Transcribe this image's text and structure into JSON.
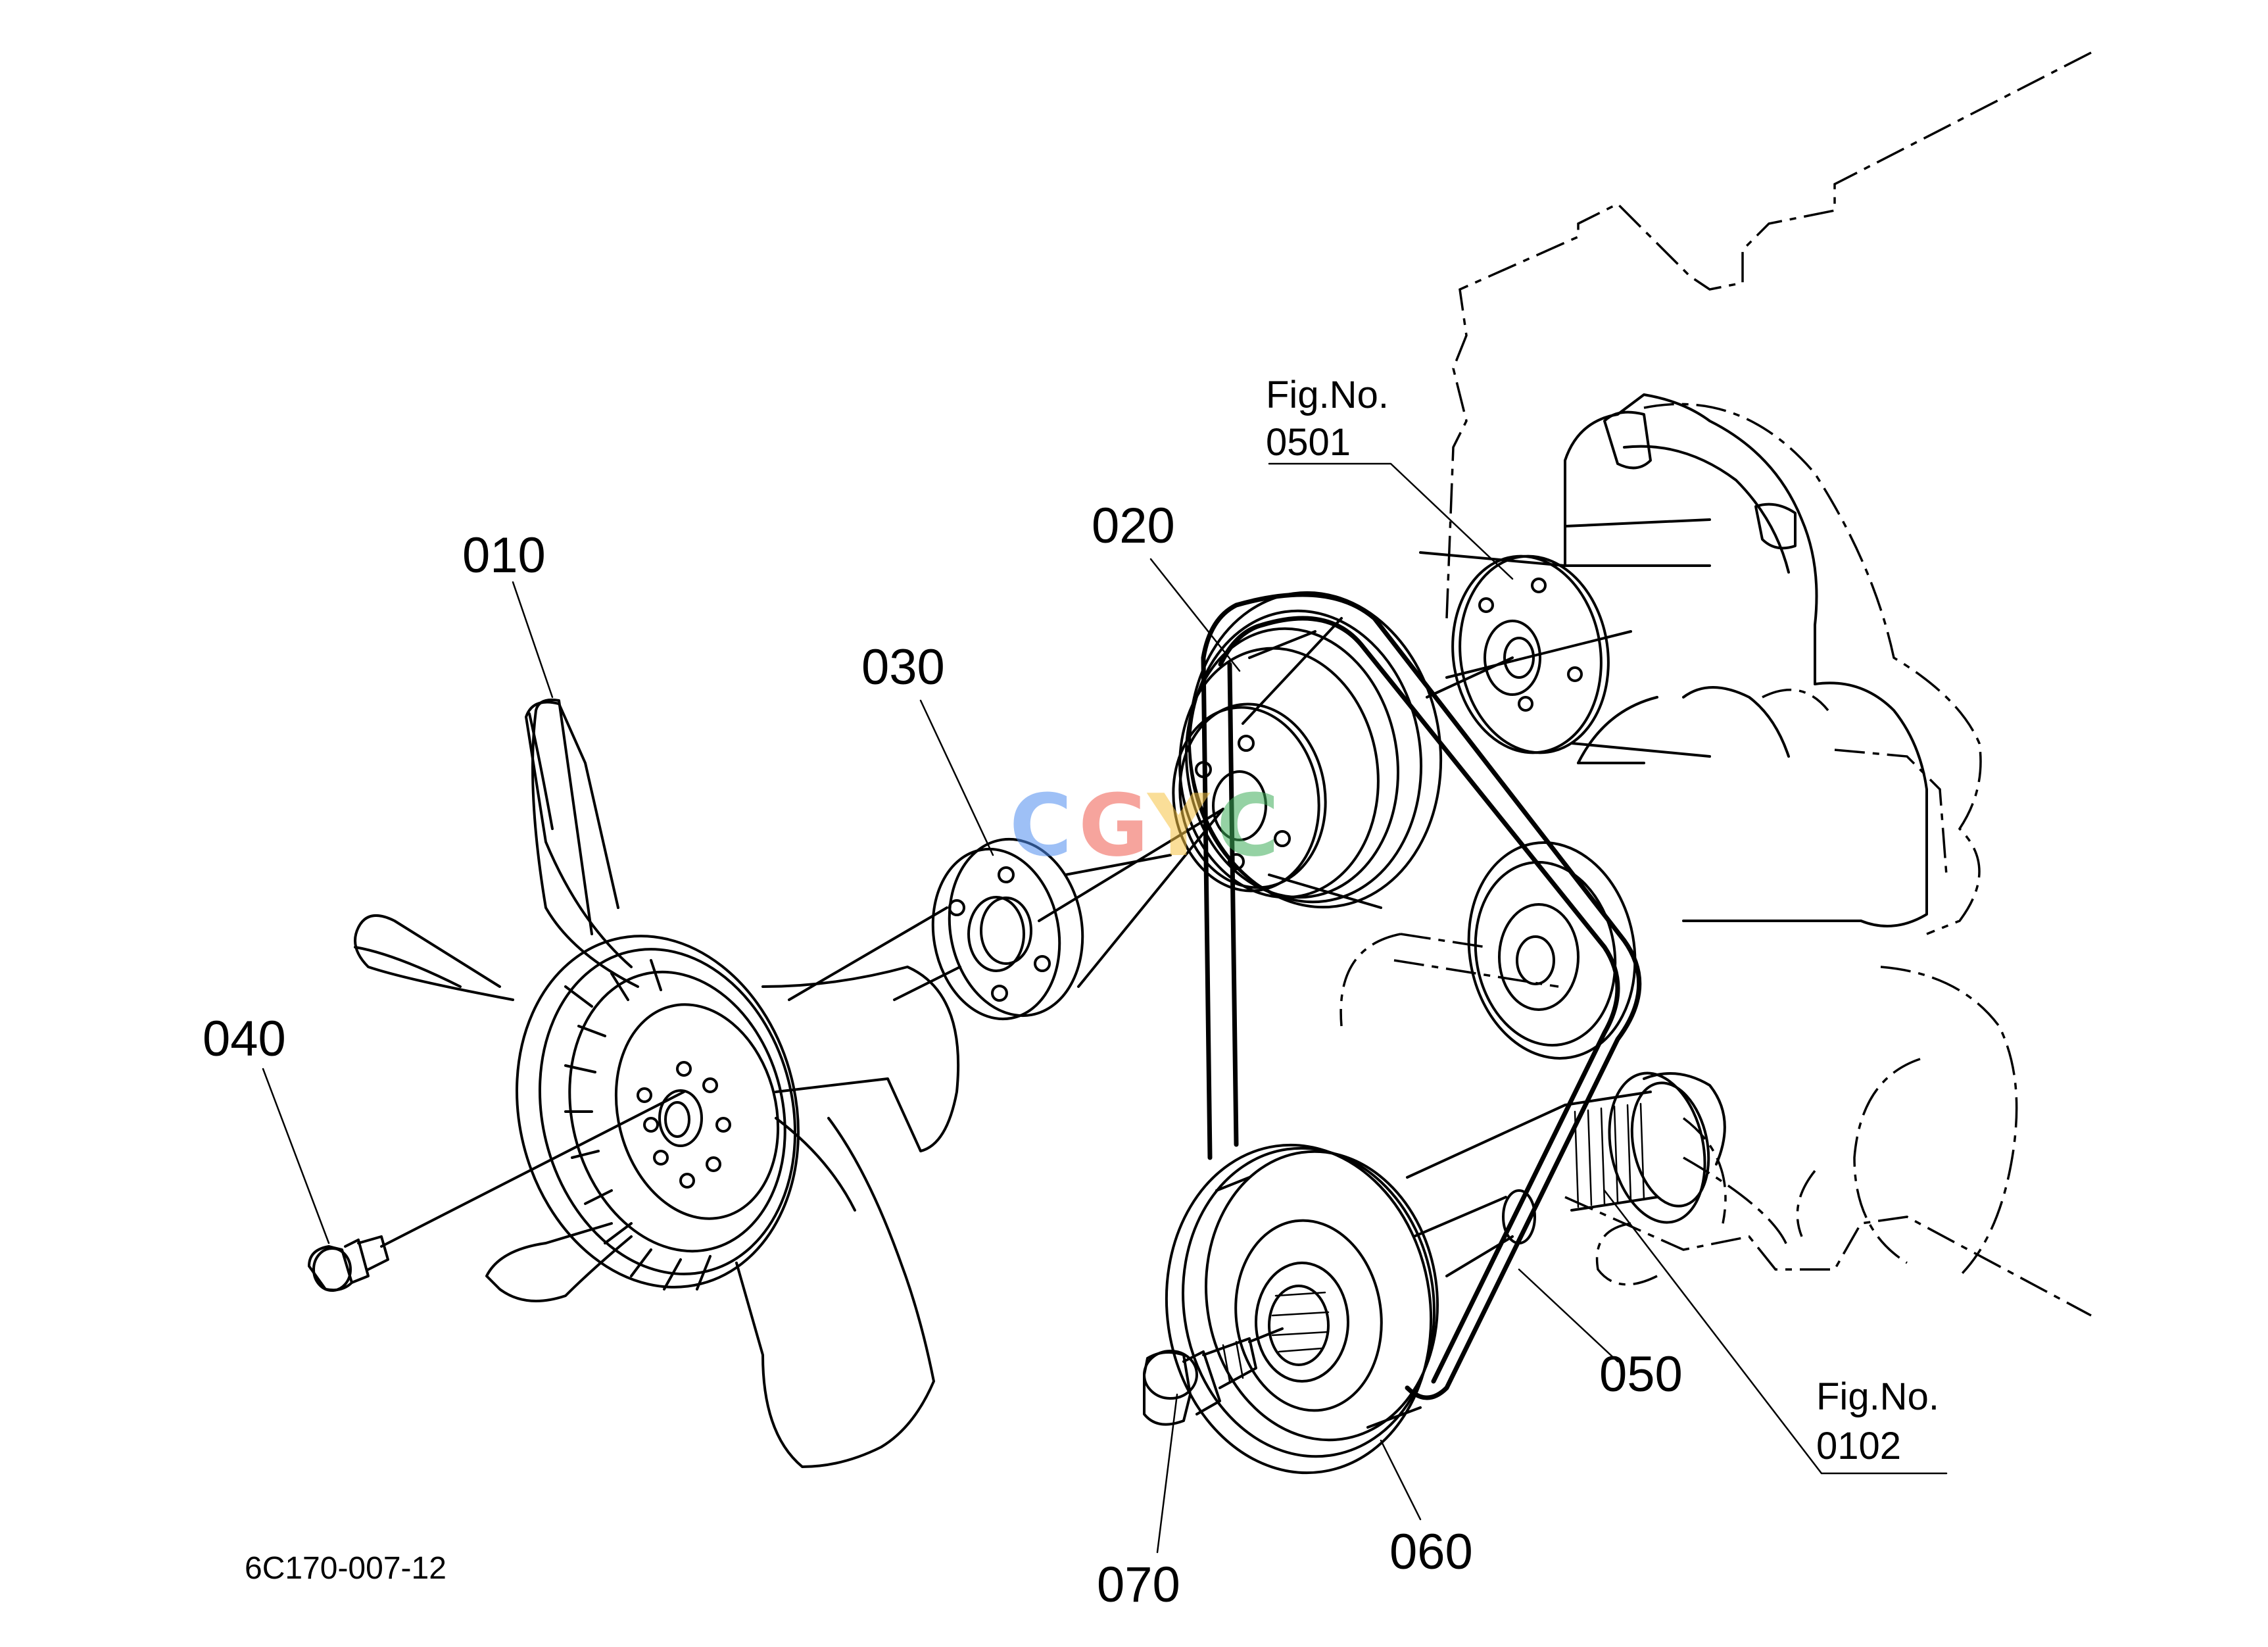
{
  "drawing_id": "6C170-007-12",
  "parts": [
    {
      "id": "part-010",
      "label": "010"
    },
    {
      "id": "part-020",
      "label": "020"
    },
    {
      "id": "part-030",
      "label": "030"
    },
    {
      "id": "part-040",
      "label": "040"
    },
    {
      "id": "part-050",
      "label": "050"
    },
    {
      "id": "part-060",
      "label": "060"
    },
    {
      "id": "part-070",
      "label": "070"
    }
  ],
  "fig_refs": [
    {
      "title": "Fig.No.",
      "number": "0501"
    },
    {
      "title": "Fig.No.",
      "number": "0102"
    }
  ],
  "watermark": {
    "letters": [
      "C",
      "G",
      "Y",
      "C"
    ],
    "colors": [
      "#4f8ef0",
      "#ef5a4e",
      "#f6c445",
      "#3fae5a"
    ]
  }
}
